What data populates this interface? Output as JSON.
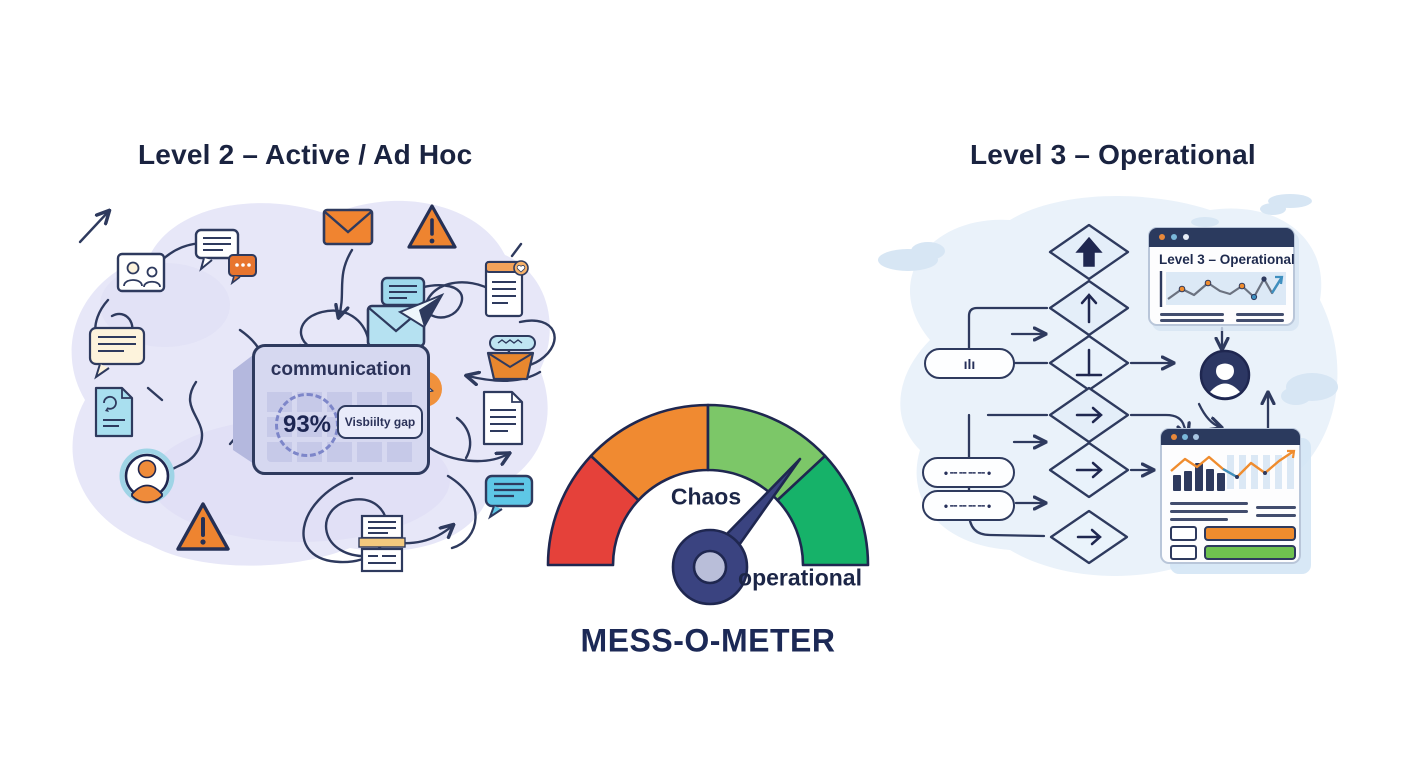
{
  "left_panel": {
    "title": "Level 2 – Active / Ad Hoc",
    "card": {
      "title": "communication",
      "percent_value": "93%",
      "badge_label": "Visbiilty gap"
    }
  },
  "gauge": {
    "title": "MESS-O-METER",
    "label_upper": "Chaos",
    "label_lower": "operational",
    "colors": {
      "red": "#e5413a",
      "orange": "#f08a31",
      "light_green": "#7cc768",
      "green": "#16b269",
      "needle": "#3a4380",
      "hub_inner": "#b9bed9"
    }
  },
  "right_panel": {
    "title": "Level 3 – Operational",
    "browser_window": {
      "heading": "Level 3 – Operational"
    },
    "flowchart": {
      "pills": [
        {
          "glyph": "ılı"
        },
        {
          "glyph": "•╌╌╌╌•"
        },
        {
          "glyph": "•╌╌╌╌•"
        }
      ]
    }
  },
  "icons": {
    "diamond_sequence": [
      "arrow-up-bold",
      "arrow-up",
      "down-tack",
      "arrow-right",
      "arrow-right",
      "arrow-right"
    ],
    "warning_glyph": "!"
  }
}
